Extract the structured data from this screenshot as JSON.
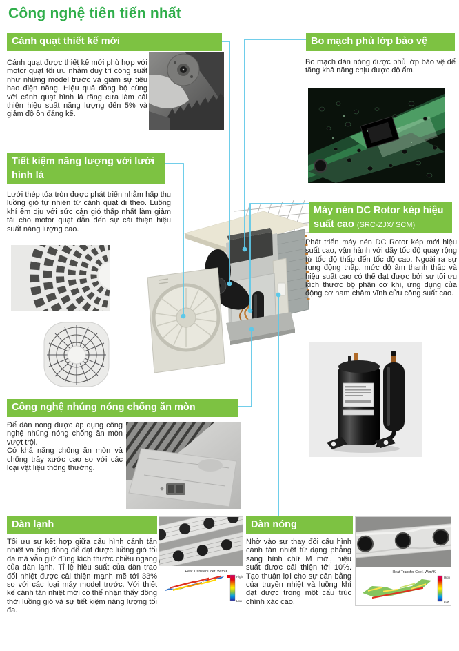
{
  "page": {
    "title": "Công nghệ tiên tiến nhất"
  },
  "colors": {
    "title_green": "#2fae4a",
    "header_bar_green": "#7dc242",
    "callout_cyan": "#5ec8e8",
    "body_text": "#1f1f1f"
  },
  "sections": {
    "fan_blade": {
      "title": "Cánh quạt thiết kế mới",
      "body": "Cánh quạt được thiết kế mới phù hợp với motor quạt tối ưu nhằm duy trì công suất như những model trước và giảm sự tiêu hao điện năng. Hiệu quả đồng bộ cùng với cánh quạt hình lá răng cưa làm cải thiện hiệu suất năng lượng đến 5% và giảm độ ồn đáng kể."
    },
    "pcb": {
      "title": "Bo mạch phủ lớp bảo vệ",
      "body": "Bo mạch dàn nóng được phủ lớp bảo vệ để tăng khả năng chịu được độ ẩm."
    },
    "grille": {
      "title": "Tiết kiệm năng lượng với lưới hình lá",
      "body": "Lưới thép tỏa tròn được phát triển nhằm hấp thu luồng gió tự nhiên từ cánh quạt đi theo. Luồng khí êm dịu với sức cản gió thấp nhất làm giảm tải cho motor quạt dẫn đến sự cải thiện hiệu suất năng lượng cao."
    },
    "compressor": {
      "title": "Máy nén DC Rotor kép hiệu suất cao",
      "subtitle": "(SRC-ZJX/ SCM)",
      "body": "Phát triển máy nén DC Rotor kép mới hiệu suất cao, vận hành với dãy tốc độ quay rộng từ tốc độ thấp đến tốc độ cao. Ngoài ra sự rung động thấp, mức độ âm thanh thấp và hiệu suất cao có thể đạt được bởi sự tối ưu kích thước bộ phận cơ khí, ứng dụng của động cơ nam châm vĩnh cửu công suất cao."
    },
    "coating": {
      "title": "Công nghệ nhúng nóng chống ăn mòn",
      "body": "Để dàn nóng được áp dụng công nghệ nhúng nóng chống ăn mòn vượt trội.\nCó khả năng chống ăn mòn và chống trầy xước cao so với các loại vật liệu thông thường."
    },
    "indoor_coil": {
      "title": "Dàn lạnh",
      "body": "Tối ưu sự kết hợp giữa cấu hình cánh tản nhiệt và ống đồng để đạt được luồng gió tối đa mà vẫn giữ đúng kích thước chiều ngang của dàn lạnh. Tỉ lệ hiệu suất của dàn trao đổi nhiệt được cải thiện mạnh mẽ tới 33% so với các loại máy model trước. Với thiết kế cánh tản nhiệt mới có thể nhận thấy đồng thời luồng gió và sự tiết kiệm năng lượng tối đa."
    },
    "outdoor_coil": {
      "title": "Dàn nóng",
      "body": "Nhờ vào sự thay đổi cấu hình cánh tản nhiệt từ dạng phẳng sang hình chữ M mới, hiệu suất được cải thiện tới 10%. Tạo thuận lợi cho sự cân bằng của truyền nhiệt và luồng khí đạt được trong một cấu trúc chính xác cao."
    }
  },
  "figures": {
    "heat_chart_label": "Heat Transfer Coef. W/m²K",
    "colorbar_high": "High",
    "colorbar_low": "Low"
  }
}
